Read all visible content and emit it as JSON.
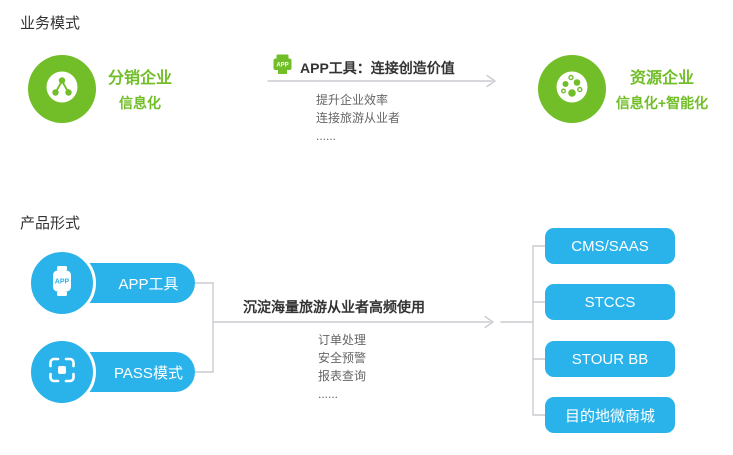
{
  "colors": {
    "green": "#72be28",
    "blue": "#2ab3ea",
    "arrow": "#c9ccd0",
    "text_dark": "#333333",
    "text_gray": "#666666"
  },
  "business": {
    "title": "业务模式",
    "left_node": {
      "line1": "分销企业",
      "line2": "信息化",
      "icon": "org-chart-icon"
    },
    "flow": {
      "header": "APP工具：连接创造价值",
      "items": [
        "提升企业效率",
        "连接旅游从业者",
        "......"
      ]
    },
    "right_node": {
      "line1": "资源企业",
      "line2": "信息化+智能化",
      "icon": "group-dots-icon"
    }
  },
  "product": {
    "title": "产品形式",
    "pills": [
      {
        "label": "APP工具",
        "icon": "smartwatch-icon"
      },
      {
        "label": "PASS模式",
        "icon": "scan-frame-icon"
      }
    ],
    "flow": {
      "header": "沉淀海量旅游从业者高频使用",
      "items": [
        "订单处理",
        "安全预警",
        "报表查询",
        "......"
      ]
    },
    "outputs": [
      "CMS/SAAS",
      "STCCS",
      "STOUR BB",
      "目的地微商城"
    ]
  }
}
